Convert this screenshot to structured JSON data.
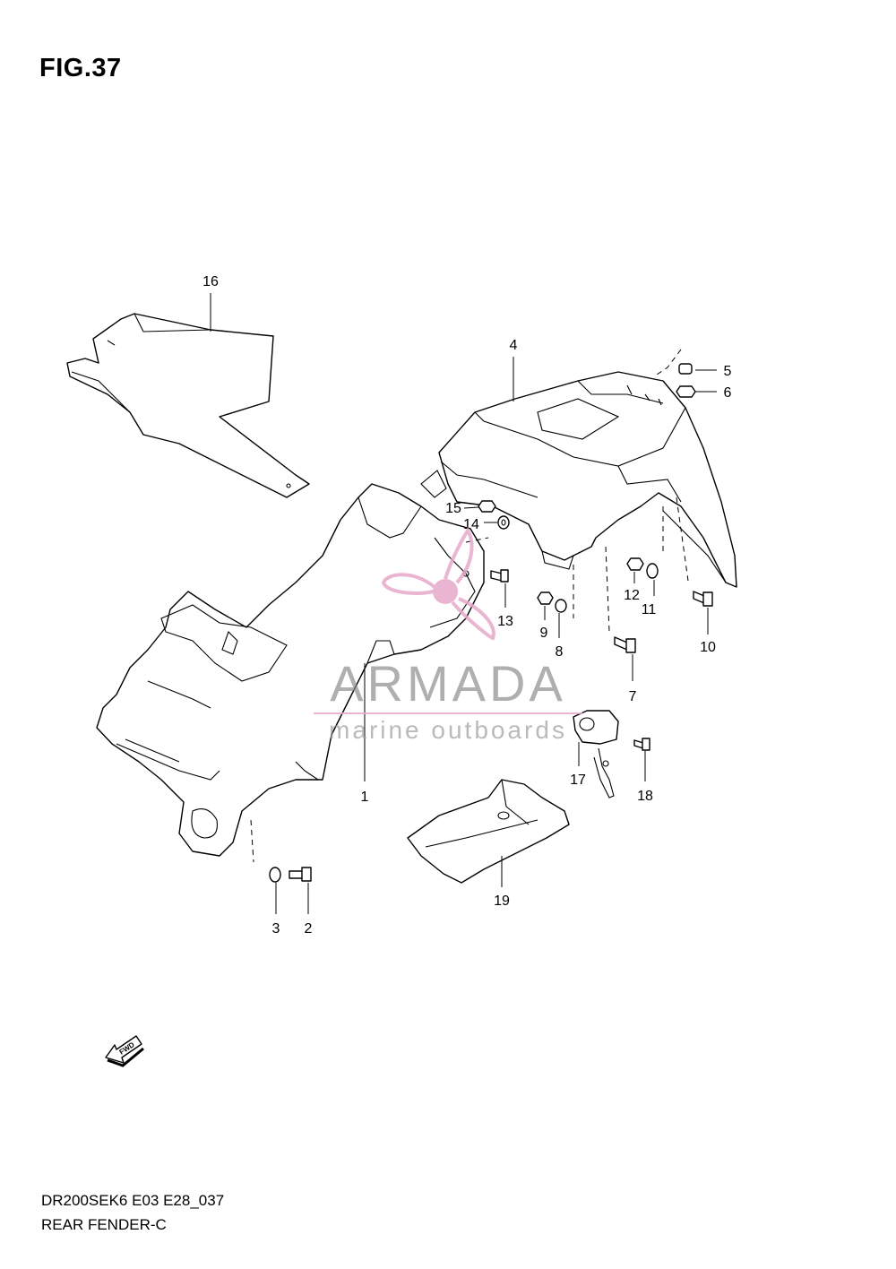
{
  "figure": {
    "title": "FIG.37",
    "model_code": "DR200SEK6 E03 E28_037",
    "section_name": "REAR FENDER-C"
  },
  "callouts": {
    "c1": "1",
    "c2": "2",
    "c3": "3",
    "c4": "4",
    "c5": "5",
    "c6": "6",
    "c7": "7",
    "c8": "8",
    "c9": "9",
    "c10": "10",
    "c11": "11",
    "c12": "12",
    "c13": "13",
    "c14": "14",
    "c15": "15",
    "c16": "16",
    "c17": "17",
    "c18": "18",
    "c19": "19"
  },
  "fwd_arrow": {
    "label": "FWD"
  },
  "watermark": {
    "brand": "ARMADA",
    "tagline": "marine outboards",
    "logo_color": "#e7a9c9"
  }
}
